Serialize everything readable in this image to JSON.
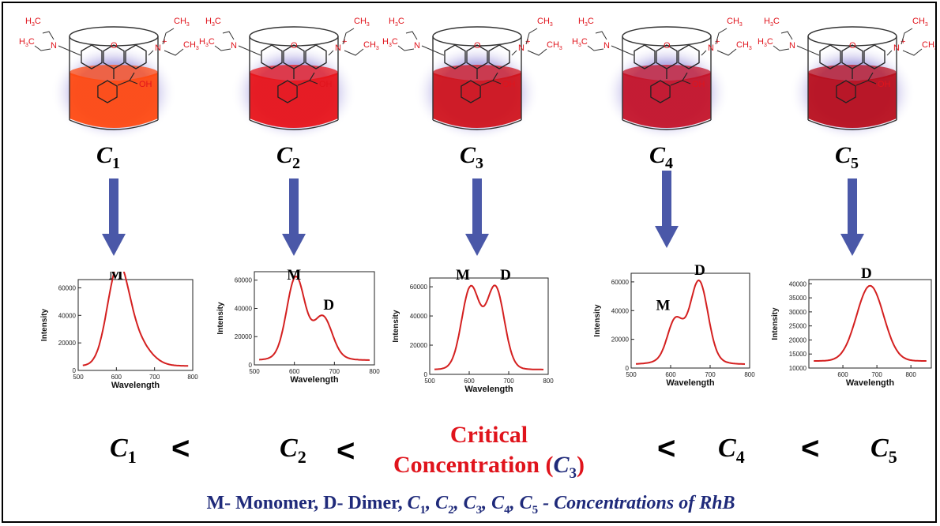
{
  "concentrations": [
    {
      "label": "C",
      "sub": "1",
      "color": "#ff4a12",
      "plot": {
        "peaks": [
          {
            "label": "M"
          }
        ],
        "yticks": [
          "0",
          "20000",
          "40000",
          "60000"
        ],
        "xticks": [
          "500",
          "600",
          "700",
          "800"
        ],
        "ylabel": "Intensity",
        "xlabel": "Wavelength"
      }
    },
    {
      "label": "C",
      "sub": "2",
      "color": "#e8141a",
      "plot": {
        "peaks": [
          {
            "label": "M"
          },
          {
            "label": "D"
          }
        ],
        "yticks": [
          "0",
          "20000",
          "40000",
          "60000"
        ],
        "xticks": [
          "500",
          "600",
          "700",
          "800"
        ],
        "ylabel": "Intensity",
        "xlabel": "Wavelength"
      }
    },
    {
      "label": "C",
      "sub": "3",
      "color": "#d0141d",
      "plot": {
        "peaks": [
          {
            "label": "M"
          },
          {
            "label": "D"
          }
        ],
        "yticks": [
          "0",
          "20000",
          "40000",
          "60000"
        ],
        "xticks": [
          "500",
          "600",
          "700",
          "800"
        ],
        "ylabel": "Intensity",
        "xlabel": "Wavelength"
      }
    },
    {
      "label": "C",
      "sub": "4",
      "color": "#c4142a",
      "plot": {
        "peaks": [
          {
            "label": "M"
          },
          {
            "label": "D"
          }
        ],
        "yticks": [
          "0",
          "20000",
          "40000",
          "60000"
        ],
        "xticks": [
          "500",
          "600",
          "700",
          "800"
        ],
        "ylabel": "Intensity",
        "xlabel": "Wavelength"
      }
    },
    {
      "label": "C",
      "sub": "5",
      "color": "#b80f1e",
      "plot": {
        "peaks": [
          {
            "label": "D"
          }
        ],
        "yticks": [
          "10000",
          "15000",
          "20000",
          "25000",
          "30000",
          "35000",
          "40000"
        ],
        "xticks": [
          "600",
          "700",
          "800"
        ],
        "ylabel": "Intensity",
        "xlabel": "Wavelength"
      }
    }
  ],
  "molecule_labels": {
    "oh": "OH",
    "o": "O",
    "n": "N",
    "plus": "+",
    "ch3": "CH",
    "h3c": "H",
    "three": "3",
    "c": "C"
  },
  "relation": {
    "lt": "<",
    "critical_line1": "Critical",
    "critical_line2": "Concentration (",
    "critical_c": "C",
    "critical_sub": "3",
    "critical_close": ")"
  },
  "footer": {
    "prefix": "M- Monomer,  D- Dimer, ",
    "suffix": " - Concentrations of RhB"
  },
  "colors": {
    "arrow": "#4a58a8",
    "curve": "#d42020",
    "accent_red": "#e0141c",
    "navy": "#1f2a7a"
  }
}
